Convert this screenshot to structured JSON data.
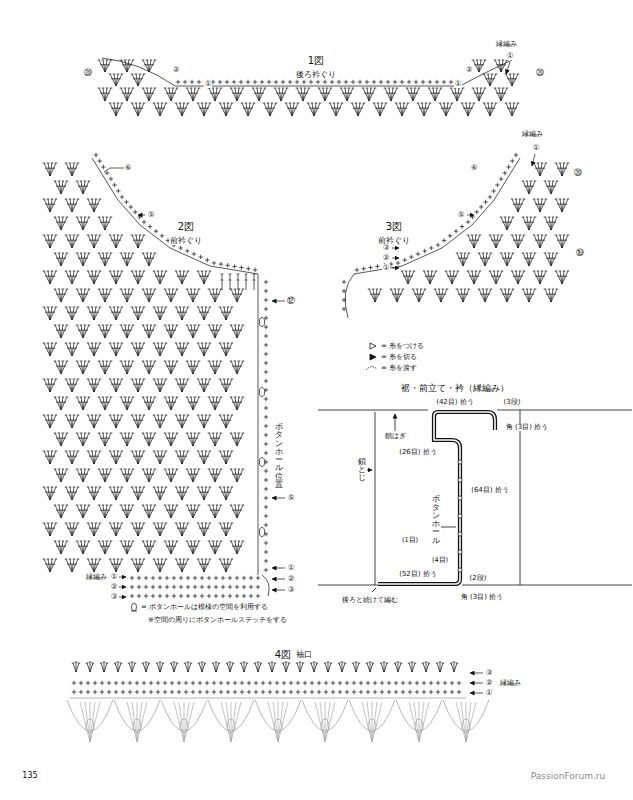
{
  "diagram": {
    "labels": [
      "1図",
      "後ろ衿ぐり",
      "縁編み",
      "①",
      "⑳",
      "②",
      "①",
      "②",
      "①",
      "⑳",
      "2図",
      "前衿ぐり",
      "⑥",
      "⑤",
      "⑫",
      "ボタンホール位置",
      "⑤",
      "①",
      "②",
      "③",
      "縁編み",
      "①",
      "②",
      "③",
      "= ボタンホールは模様の空間を利用する",
      "※空間の周りにボタンホールステッチをする",
      "3図",
      "前衿ぐり",
      "縁編み",
      "①",
      "⑳",
      "⑥",
      "⑤",
      "⑲",
      "③",
      "②",
      "①",
      "裾・前立て・衿（縁編み）",
      "(42目) 拾う",
      "(3段)",
      "角 (3目) 拾う",
      "鎖はぎ",
      "(26目) 拾う",
      "鎖とじ",
      "(64目) 拾う",
      "ボタンホール",
      "(1目)",
      "(4目)",
      "(52目) 拾う",
      "(2段)",
      "角 (3目) 拾う",
      "後ろと続けて編む",
      "4図",
      "袖口",
      "③",
      "②",
      "①",
      "縁編み",
      "135",
      "PassionForum.ru"
    ],
    "legend": [
      {
        "text": "= 糸をつける"
      },
      {
        "text": "= 糸を切る"
      },
      {
        "text": "= 糸を渡す"
      }
    ]
  }
}
